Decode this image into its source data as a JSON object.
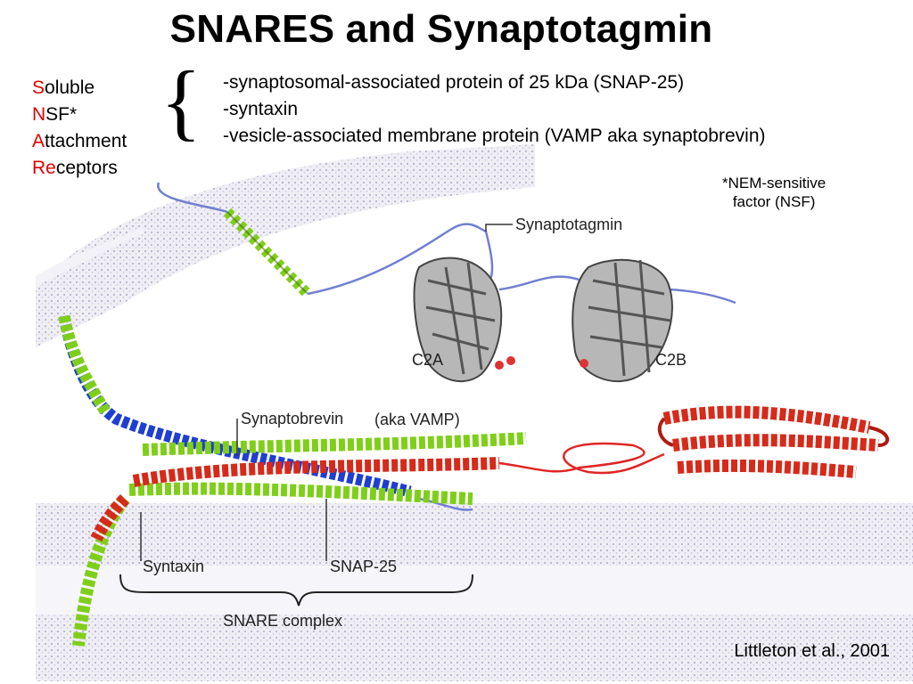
{
  "title": "SNARES and Synaptotagmin",
  "acronym": [
    {
      "highlight": "S",
      "rest": "oluble"
    },
    {
      "highlight": "N",
      "rest": "SF*"
    },
    {
      "highlight": "A",
      "rest": "ttachment"
    },
    {
      "highlight": "Re",
      "rest": "ceptors"
    }
  ],
  "definitions": [
    "-synaptosomal-associated protein of 25 kDa (SNAP-25)",
    "-syntaxin",
    "-vesicle-associated membrane protein (VAMP aka synaptobrevin)"
  ],
  "nsf_note": [
    "*NEM-sensitive",
    "factor (NSF)"
  ],
  "labels": {
    "synaptotagmin": "Synaptotagmin",
    "c2a": "C2A",
    "c2b": "C2B",
    "synaptobrevin": "Synaptobrevin",
    "aka_vamp": "(aka VAMP)",
    "syntaxin": "Syntaxin",
    "snap25": "SNAP-25",
    "snare_complex": "SNARE complex"
  },
  "credit": "Littleton et al., 2001",
  "colors": {
    "acronym_highlight": "#e00000",
    "synaptobrevin_helix": "#1f3fd0",
    "syntaxin_helix": "#d62a1a",
    "snap25_helix": "#7fcf1a",
    "synaptotagmin_linker": "#7080d0",
    "c2_domain": "#9a9a9a",
    "membrane": "#c9c4da"
  }
}
